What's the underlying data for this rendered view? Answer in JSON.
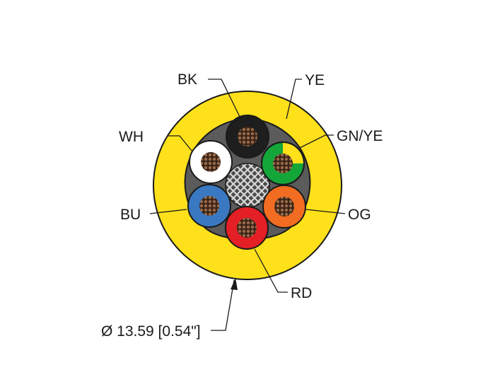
{
  "colors": {
    "jacket": "#FEE11A",
    "jacket_outline": "#1a1a1a",
    "bundle_fill": "#5b5b5b",
    "copper": "#8a5a3c",
    "black": "#1e1e1e",
    "white": "#ffffff",
    "green": "#15a63a",
    "yellow": "#FEE11A",
    "orange": "#f26d21",
    "red": "#e41f26",
    "blue": "#3a79c2",
    "shield": "#9a9a9a"
  },
  "labels": {
    "bk": "BK",
    "ye": "YE",
    "wh": "WH",
    "gnye": "GN/YE",
    "bu": "BU",
    "og": "OG",
    "rd": "RD"
  },
  "dimension": {
    "text": "Ø 13.59 [0.54\"]"
  }
}
